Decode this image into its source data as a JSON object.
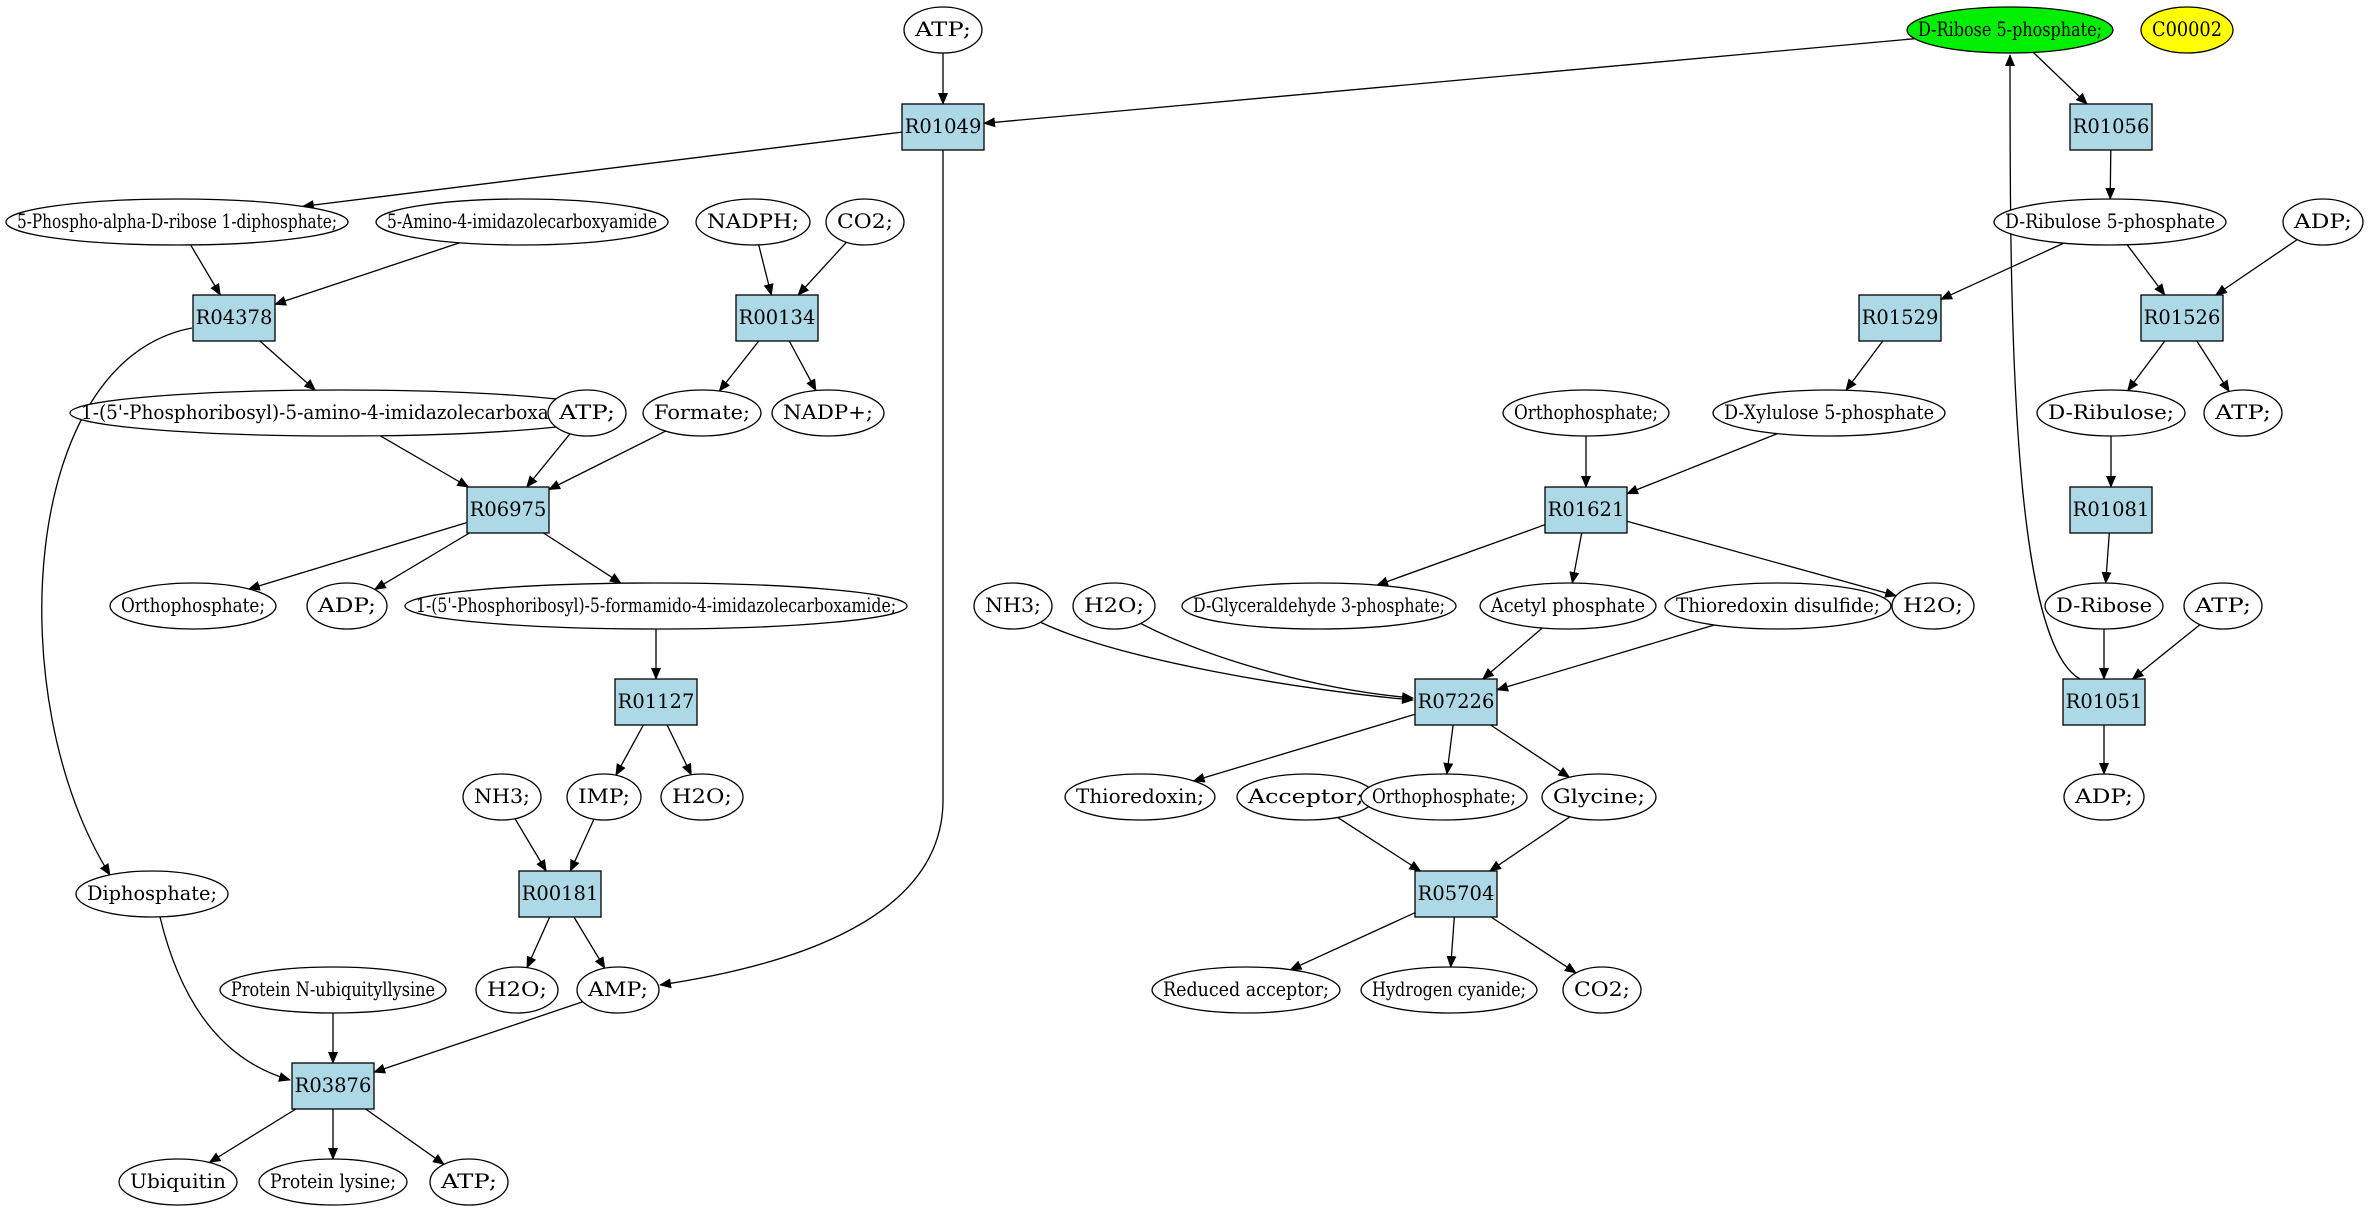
{
  "colors": {
    "reaction_fill": "#add8e6",
    "highlight_fill": "#00ee00",
    "compound_query_fill": "#ffff00",
    "stroke": "#000000"
  },
  "compounds": [
    {
      "id": "c_atp_top",
      "label": "ATP;"
    },
    {
      "id": "c_rib5p",
      "label": "D-Ribose 5-phosphate;",
      "fill": "highlight"
    },
    {
      "id": "c_c00002",
      "label": "C00002",
      "fill": "query"
    },
    {
      "id": "c_prpp",
      "label": "5-Phospho-alpha-D-ribose 1-diphosphate;"
    },
    {
      "id": "c_aica",
      "label": "5-Amino-4-imidazolecarboxyamide"
    },
    {
      "id": "c_nadph",
      "label": "NADPH;"
    },
    {
      "id": "c_co2_a",
      "label": "CO2;"
    },
    {
      "id": "c_ribulose5p",
      "label": "D-Ribulose 5-phosphate"
    },
    {
      "id": "c_adp_r",
      "label": "ADP;"
    },
    {
      "id": "c_aicar",
      "label": "1-(5'-Phosphoribosyl)-5-amino-4-imidazolecarboxamide;"
    },
    {
      "id": "c_atp_mid",
      "label": "ATP;"
    },
    {
      "id": "c_formate",
      "label": "Formate;"
    },
    {
      "id": "c_nadp",
      "label": "NADP+;"
    },
    {
      "id": "c_ortho_a",
      "label": "Orthophosphate;"
    },
    {
      "id": "c_xylulose5p",
      "label": "D-Xylulose 5-phosphate"
    },
    {
      "id": "c_ribulose",
      "label": "D-Ribulose;"
    },
    {
      "id": "c_atp_r",
      "label": "ATP;"
    },
    {
      "id": "c_ortho_l",
      "label": "Orthophosphate;"
    },
    {
      "id": "c_adp_l",
      "label": "ADP;"
    },
    {
      "id": "c_faicar",
      "label": "1-(5'-Phosphoribosyl)-5-formamido-4-imidazolecarboxamide;"
    },
    {
      "id": "c_nh3_a",
      "label": "NH3;"
    },
    {
      "id": "c_h2o_a",
      "label": "H2O;"
    },
    {
      "id": "c_g3p",
      "label": "D-Glyceraldehyde 3-phosphate;"
    },
    {
      "id": "c_acetylp",
      "label": "Acetyl phosphate"
    },
    {
      "id": "c_thiodisulf",
      "label": "Thioredoxin disulfide;"
    },
    {
      "id": "c_h2o_b",
      "label": "H2O;"
    },
    {
      "id": "c_ribose",
      "label": "D-Ribose"
    },
    {
      "id": "c_atp_r2",
      "label": "ATP;"
    },
    {
      "id": "c_nh3_b",
      "label": "NH3;"
    },
    {
      "id": "c_imp",
      "label": "IMP;"
    },
    {
      "id": "c_h2o_c",
      "label": "H2O;"
    },
    {
      "id": "c_thioredoxin",
      "label": "Thioredoxin;"
    },
    {
      "id": "c_acceptor",
      "label": "Acceptor;"
    },
    {
      "id": "c_ortho_b",
      "label": "Orthophosphate;"
    },
    {
      "id": "c_glycine",
      "label": "Glycine;"
    },
    {
      "id": "c_adp_b",
      "label": "ADP;"
    },
    {
      "id": "c_diphosphate",
      "label": "Diphosphate;"
    },
    {
      "id": "c_h2o_d",
      "label": "H2O;"
    },
    {
      "id": "c_amp",
      "label": "AMP;"
    },
    {
      "id": "c_protubi",
      "label": "Protein N-ubiquityllysine"
    },
    {
      "id": "c_redacc",
      "label": "Reduced acceptor;"
    },
    {
      "id": "c_hcn",
      "label": "Hydrogen cyanide;"
    },
    {
      "id": "c_co2_b",
      "label": "CO2;"
    },
    {
      "id": "c_ubiquitin",
      "label": "Ubiquitin"
    },
    {
      "id": "c_protlys",
      "label": "Protein lysine;"
    },
    {
      "id": "c_atp_b",
      "label": "ATP;"
    }
  ],
  "reactions": [
    {
      "id": "r_R01049",
      "label": "R01049"
    },
    {
      "id": "r_R01056",
      "label": "R01056"
    },
    {
      "id": "r_R04378",
      "label": "R04378"
    },
    {
      "id": "r_R00134",
      "label": "R00134"
    },
    {
      "id": "r_R01529",
      "label": "R01529"
    },
    {
      "id": "r_R01526",
      "label": "R01526"
    },
    {
      "id": "r_R06975",
      "label": "R06975"
    },
    {
      "id": "r_R01621",
      "label": "R01621"
    },
    {
      "id": "r_R01081",
      "label": "R01081"
    },
    {
      "id": "r_R01127",
      "label": "R01127"
    },
    {
      "id": "r_R07226",
      "label": "R07226"
    },
    {
      "id": "r_R01051",
      "label": "R01051"
    },
    {
      "id": "r_R00181",
      "label": "R00181"
    },
    {
      "id": "r_R05704",
      "label": "R05704"
    },
    {
      "id": "r_R03876",
      "label": "R03876"
    }
  ],
  "edges": [
    {
      "from": "c_atp_top",
      "to": "r_R01049"
    },
    {
      "from": "c_rib5p",
      "to": "r_R01049"
    },
    {
      "from": "r_R01049",
      "to": "c_prpp"
    },
    {
      "from": "r_R01049",
      "to": "c_amp"
    },
    {
      "from": "c_rib5p",
      "to": "r_R01056"
    },
    {
      "from": "r_R01056",
      "to": "c_ribulose5p"
    },
    {
      "from": "c_prpp",
      "to": "r_R04378"
    },
    {
      "from": "c_aica",
      "to": "r_R04378"
    },
    {
      "from": "r_R04378",
      "to": "c_aicar"
    },
    {
      "from": "r_R04378",
      "to": "c_diphosphate"
    },
    {
      "from": "c_nadph",
      "to": "r_R00134"
    },
    {
      "from": "c_co2_a",
      "to": "r_R00134"
    },
    {
      "from": "r_R00134",
      "to": "c_formate"
    },
    {
      "from": "r_R00134",
      "to": "c_nadp"
    },
    {
      "from": "c_aicar",
      "to": "r_R06975"
    },
    {
      "from": "c_atp_mid",
      "to": "r_R06975"
    },
    {
      "from": "c_formate",
      "to": "r_R06975"
    },
    {
      "from": "r_R06975",
      "to": "c_ortho_l"
    },
    {
      "from": "r_R06975",
      "to": "c_adp_l"
    },
    {
      "from": "r_R06975",
      "to": "c_faicar"
    },
    {
      "from": "c_faicar",
      "to": "r_R01127"
    },
    {
      "from": "r_R01127",
      "to": "c_imp"
    },
    {
      "from": "r_R01127",
      "to": "c_h2o_c"
    },
    {
      "from": "c_nh3_b",
      "to": "r_R00181"
    },
    {
      "from": "c_imp",
      "to": "r_R00181"
    },
    {
      "from": "r_R00181",
      "to": "c_h2o_d"
    },
    {
      "from": "r_R00181",
      "to": "c_amp"
    },
    {
      "from": "c_diphosphate",
      "to": "r_R03876"
    },
    {
      "from": "c_protubi",
      "to": "r_R03876"
    },
    {
      "from": "c_amp",
      "to": "r_R03876"
    },
    {
      "from": "r_R03876",
      "to": "c_ubiquitin"
    },
    {
      "from": "r_R03876",
      "to": "c_protlys"
    },
    {
      "from": "r_R03876",
      "to": "c_atp_b"
    },
    {
      "from": "c_ribulose5p",
      "to": "r_R01529"
    },
    {
      "from": "r_R01529",
      "to": "c_xylulose5p"
    },
    {
      "from": "c_ribulose5p",
      "to": "r_R01526"
    },
    {
      "from": "c_adp_r",
      "to": "r_R01526"
    },
    {
      "from": "r_R01526",
      "to": "c_ribulose"
    },
    {
      "from": "r_R01526",
      "to": "c_atp_r"
    },
    {
      "from": "c_ortho_a",
      "to": "r_R01621"
    },
    {
      "from": "c_xylulose5p",
      "to": "r_R01621"
    },
    {
      "from": "r_R01621",
      "to": "c_g3p"
    },
    {
      "from": "r_R01621",
      "to": "c_acetylp"
    },
    {
      "from": "r_R01621",
      "to": "c_h2o_b"
    },
    {
      "from": "c_ribulose",
      "to": "r_R01081"
    },
    {
      "from": "r_R01081",
      "to": "c_ribose"
    },
    {
      "from": "c_ribose",
      "to": "r_R01051"
    },
    {
      "from": "c_atp_r2",
      "to": "r_R01051"
    },
    {
      "from": "r_R01051",
      "to": "c_adp_b"
    },
    {
      "from": "r_R01051",
      "to": "c_rib5p"
    },
    {
      "from": "c_nh3_a",
      "to": "r_R07226"
    },
    {
      "from": "c_h2o_a",
      "to": "r_R07226"
    },
    {
      "from": "c_acetylp",
      "to": "r_R07226"
    },
    {
      "from": "c_thiodisulf",
      "to": "r_R07226"
    },
    {
      "from": "r_R07226",
      "to": "c_thioredoxin"
    },
    {
      "from": "r_R07226",
      "to": "c_ortho_b"
    },
    {
      "from": "r_R07226",
      "to": "c_glycine"
    },
    {
      "from": "c_acceptor",
      "to": "r_R05704"
    },
    {
      "from": "c_glycine",
      "to": "r_R05704"
    },
    {
      "from": "r_R05704",
      "to": "c_redacc"
    },
    {
      "from": "r_R05704",
      "to": "c_hcn"
    },
    {
      "from": "r_R05704",
      "to": "c_co2_b"
    }
  ]
}
